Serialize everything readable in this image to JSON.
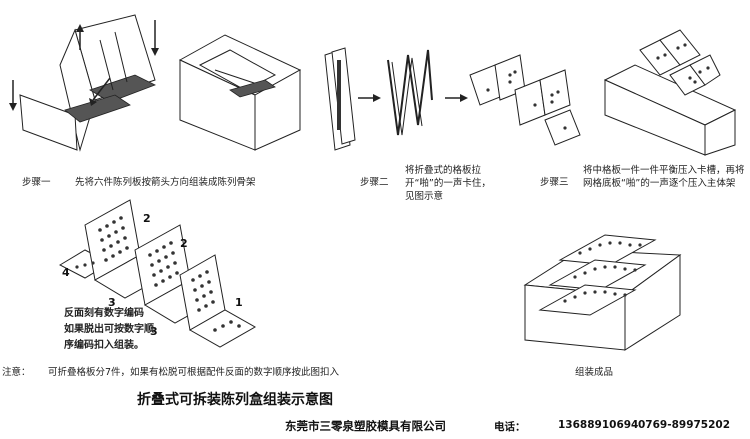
{
  "steps": [
    {
      "label": "步骤一",
      "text": "先将六件陈列板按箭头方向组装成陈列骨架"
    },
    {
      "label": "步骤二",
      "text": "将折叠式的格板拉开“啪”的一声卡住，见图示意"
    },
    {
      "label": "步骤三",
      "text": "将中格板一件一件平衡压入卡槽，再将网格底板“啪”的一声逐个压入主体架"
    }
  ],
  "part_numbers": [
    "1",
    "2",
    "2",
    "3",
    "3",
    "4"
  ],
  "reverse_note": [
    "反面刻有数字编码",
    "如果脱出可按数字顺",
    "序编码扣入组装。"
  ],
  "note": {
    "label": "注意：",
    "text": "可折叠格板分7件，如果有松脱可根据配件反面的数字顺序按此图扣入"
  },
  "finished_caption": "组装成品",
  "title": "折叠式可拆装陈列盒组装示意图",
  "company": "东莞市三零泉塑胶模具有限公司",
  "contact": {
    "phone_label": "电话：",
    "mobile": "13688910694",
    "landline": "0769-89975202"
  }
}
